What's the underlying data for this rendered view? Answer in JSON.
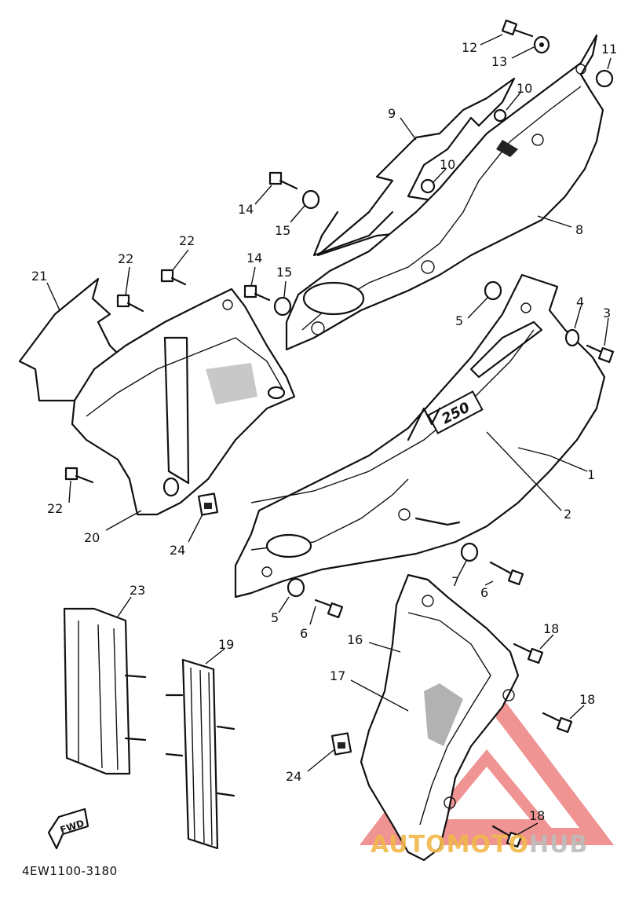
{
  "diagram": {
    "drawing_code": "4EW1100-3180",
    "fwd_label": "FWD",
    "watermark": {
      "part1": "AUTOMOTO",
      "part2": "HUB",
      "color1": "#f2b84b",
      "color2": "#bdbdbd",
      "triangle_color": "#e23b3b"
    },
    "callouts": [
      {
        "id": "c12",
        "label": "12"
      },
      {
        "id": "c13",
        "label": "13"
      },
      {
        "id": "c11",
        "label": "11"
      },
      {
        "id": "c10a",
        "label": "10"
      },
      {
        "id": "c9",
        "label": "9"
      },
      {
        "id": "c10b",
        "label": "10"
      },
      {
        "id": "c14a",
        "label": "14"
      },
      {
        "id": "c15a",
        "label": "15"
      },
      {
        "id": "c8",
        "label": "8"
      },
      {
        "id": "c21",
        "label": "21"
      },
      {
        "id": "c22a",
        "label": "22"
      },
      {
        "id": "c22b",
        "label": "22"
      },
      {
        "id": "c14b",
        "label": "14"
      },
      {
        "id": "c15b",
        "label": "15"
      },
      {
        "id": "c5a",
        "label": "5"
      },
      {
        "id": "c4",
        "label": "4"
      },
      {
        "id": "c3",
        "label": "3"
      },
      {
        "id": "c1",
        "label": "1"
      },
      {
        "id": "c2",
        "label": "2"
      },
      {
        "id": "c22c",
        "label": "22"
      },
      {
        "id": "c20",
        "label": "20"
      },
      {
        "id": "c24a",
        "label": "24"
      },
      {
        "id": "c7",
        "label": "7"
      },
      {
        "id": "c6a",
        "label": "6"
      },
      {
        "id": "c5b",
        "label": "5"
      },
      {
        "id": "c6b",
        "label": "6"
      },
      {
        "id": "c23",
        "label": "23"
      },
      {
        "id": "c19",
        "label": "19"
      },
      {
        "id": "c16",
        "label": "16"
      },
      {
        "id": "c18a",
        "label": "18"
      },
      {
        "id": "c17",
        "label": "17"
      },
      {
        "id": "c18b",
        "label": "18"
      },
      {
        "id": "c24b",
        "label": "24"
      },
      {
        "id": "c18c",
        "label": "18"
      }
    ],
    "side_cover_badge": "250"
  }
}
